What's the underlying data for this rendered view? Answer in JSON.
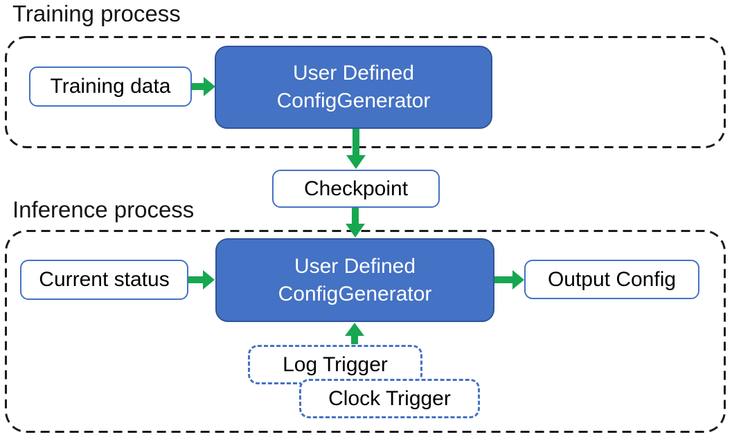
{
  "colors": {
    "blue_fill": "#4472C4",
    "blue_stroke": "#2F5597",
    "box_border_blue": "#4472C4",
    "arrow_green": "#17A750",
    "container_dash": "#1b1b1b",
    "text_dark": "#000000",
    "text_on_blue": "#FFFFFF"
  },
  "training_section": {
    "label": "Training process",
    "training_data_box": "Training data",
    "generator_box": {
      "line1": "User Defined",
      "line2": "ConfigGenerator"
    }
  },
  "checkpoint_box": "Checkpoint",
  "inference_section": {
    "label": "Inference process",
    "current_status_box": "Current status",
    "generator_box": {
      "line1": "User Defined",
      "line2": "ConfigGenerator"
    },
    "output_config_box": "Output Config",
    "log_trigger_box": "Log Trigger",
    "clock_trigger_box": "Clock Trigger"
  }
}
